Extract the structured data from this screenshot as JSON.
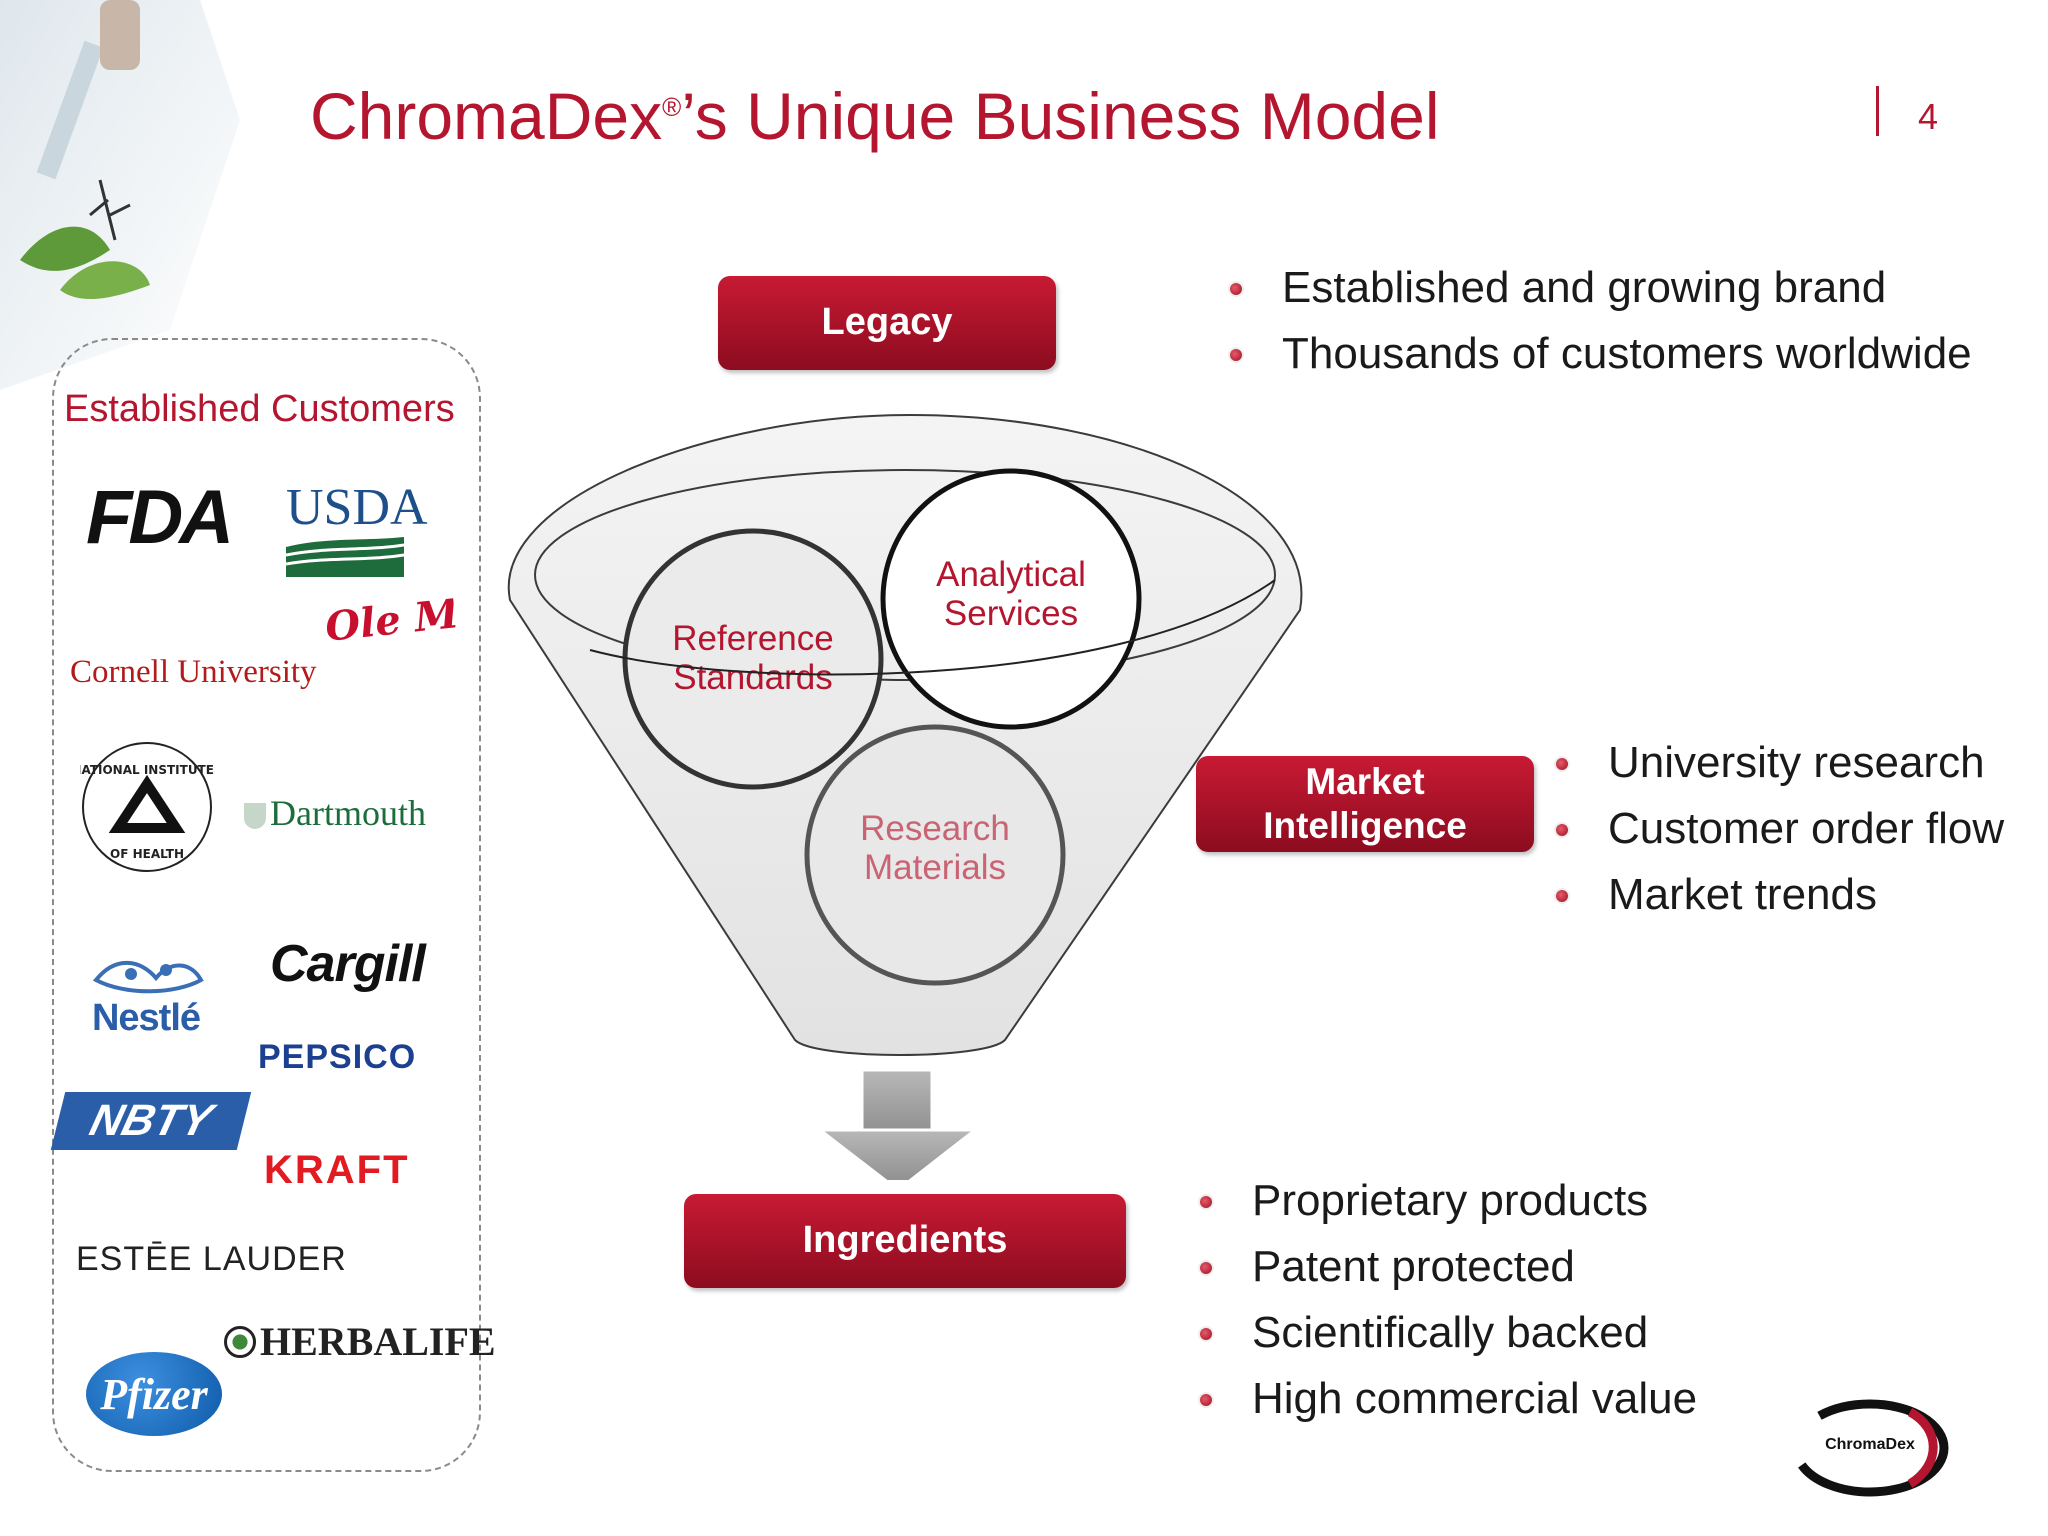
{
  "slide": {
    "title": "ChromaDex",
    "title_reg": "®",
    "title_suffix": "’s Unique Business Model",
    "page_number": "4"
  },
  "customers": {
    "heading": "Established Customers",
    "logos": [
      "FDA",
      "USDA",
      "Cornell University",
      "Ole Miss",
      "NATIONAL INSTITUTES OF HEALTH",
      "Dartmouth",
      "Nestlé",
      "Cargill",
      "PEPSICO",
      "NBTY",
      "KRAFT",
      "ESTĒE LAUDER",
      "HERBALIFE",
      "Pfizer"
    ]
  },
  "funnel": {
    "legacy_label": "Legacy",
    "circles": [
      {
        "line1": "Analytical",
        "line2": "Services"
      },
      {
        "line1": "Reference",
        "line2": "Standards"
      },
      {
        "line1": "Research",
        "line2": "Materials"
      }
    ],
    "market_label_line1": "Market",
    "market_label_line2": "Intelligence",
    "ingredients_label": "Ingredients"
  },
  "legacy_bullets": [
    "Established and growing brand",
    "Thousands of customers worldwide"
  ],
  "market_bullets": [
    "University research",
    "Customer order flow",
    "Market trends"
  ],
  "ingredient_bullets": [
    "Proprietary products",
    "Patent protected",
    "Scientifically backed",
    "High commercial value"
  ],
  "brand_logo": "ChromaDex",
  "colors": {
    "accent": "#b5162f",
    "button_top": "#c81a34",
    "button_bottom": "#8c0c1f"
  }
}
